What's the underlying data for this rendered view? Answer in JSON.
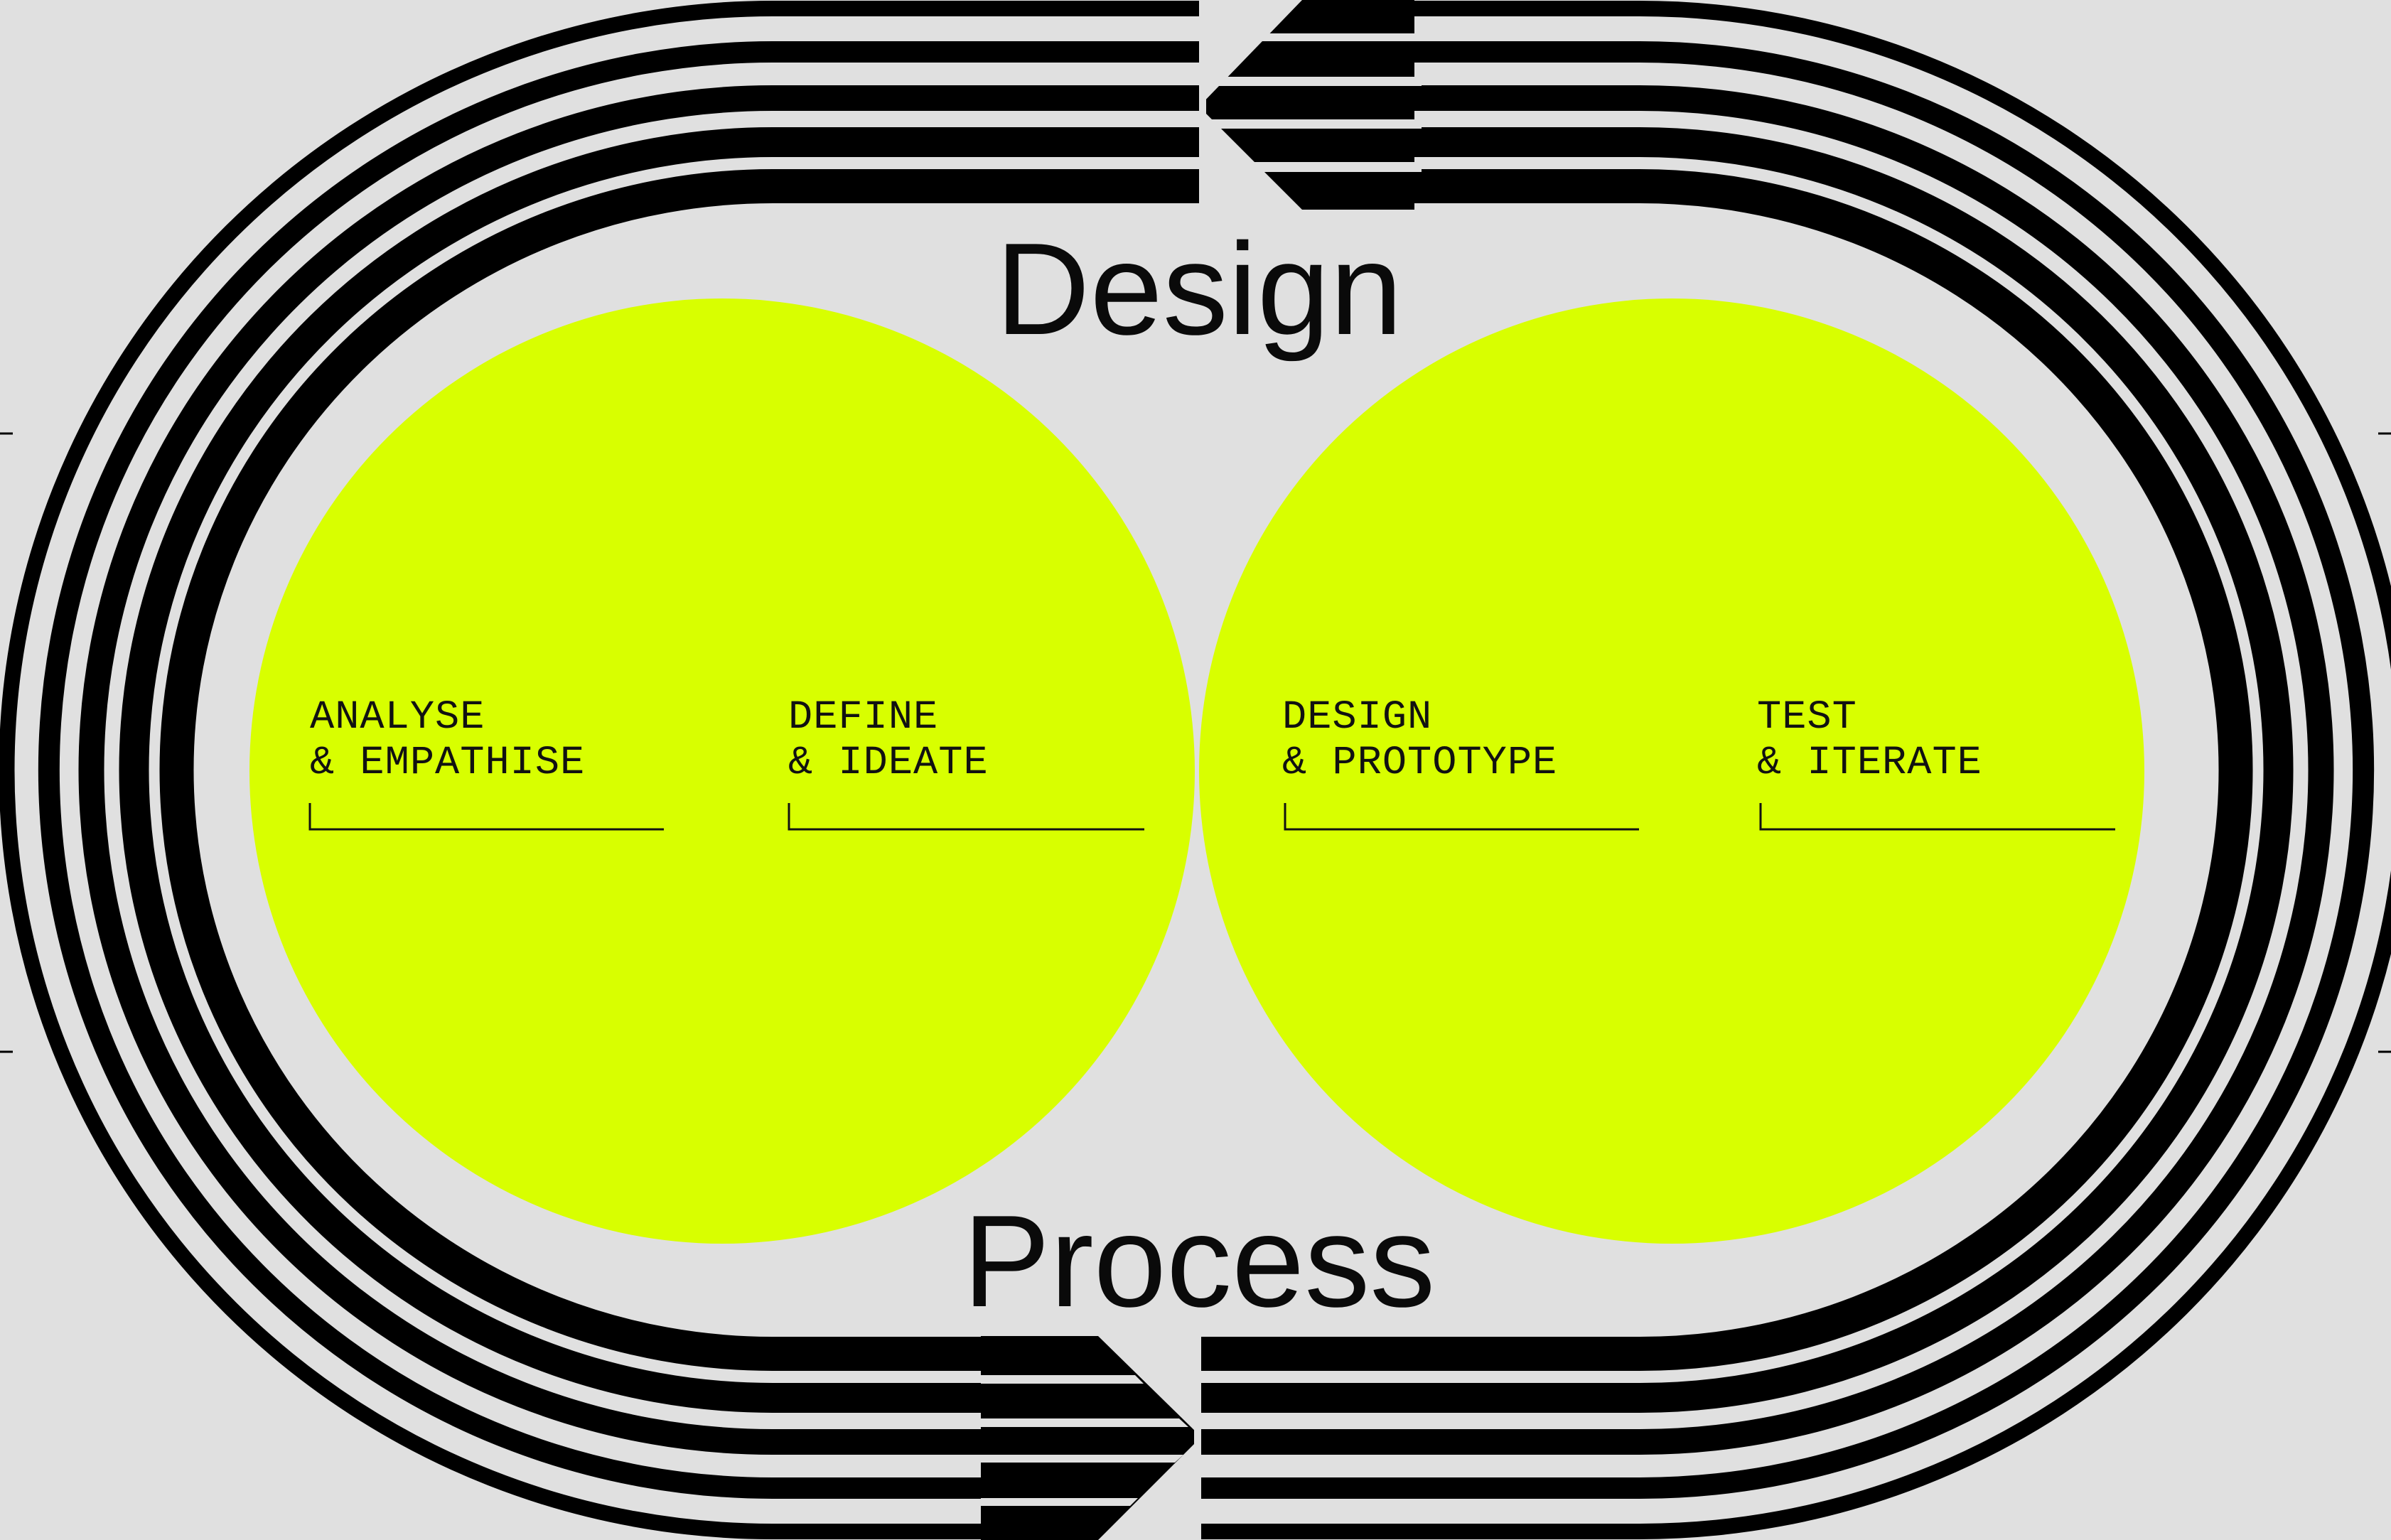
{
  "diagram": {
    "title_top": "Design",
    "title_bottom": "Process",
    "colors": {
      "background": "#e0e0e0",
      "circle_fill": "#d8ff00",
      "stroke": "#000000",
      "text": "#111111"
    },
    "stages": [
      {
        "line1": "ANALYSE",
        "line2": "& EMPATHISE"
      },
      {
        "line1": "DEFINE",
        "line2": "& IDEATE"
      },
      {
        "line1": "DESIGN",
        "line2": "& PROTOTYPE"
      },
      {
        "line1": "TEST",
        "line2": "& ITERATE"
      }
    ]
  }
}
